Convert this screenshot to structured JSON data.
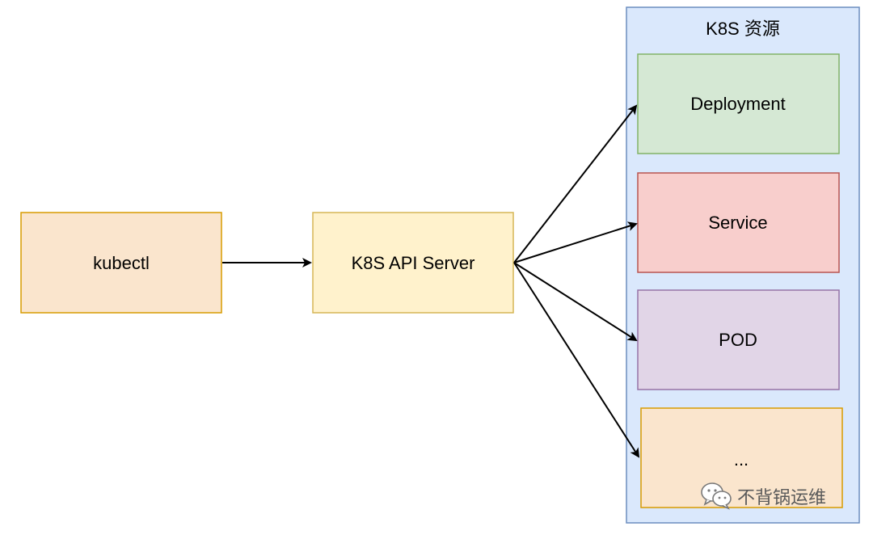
{
  "nodes": {
    "kubectl": {
      "label": "kubectl",
      "fill": "#fae5cd",
      "stroke": "#d79b00"
    },
    "api_server": {
      "label": "K8S API Server",
      "fill": "#fff2cc",
      "stroke": "#d6b656"
    },
    "resources_group": {
      "label": "K8S 资源",
      "fill": "#dae8fc",
      "stroke": "#6c8ebf"
    },
    "deployment": {
      "label": "Deployment",
      "fill": "#d5e8d4",
      "stroke": "#82b366"
    },
    "service": {
      "label": "Service",
      "fill": "#f8cecc",
      "stroke": "#b85450"
    },
    "pod": {
      "label": "POD",
      "fill": "#e1d5e7",
      "stroke": "#9673a6"
    },
    "more": {
      "label": "...",
      "fill": "#fae5cd",
      "stroke": "#d79b00"
    }
  },
  "edges": [
    {
      "from": "kubectl",
      "to": "api_server"
    },
    {
      "from": "api_server",
      "to": "deployment"
    },
    {
      "from": "api_server",
      "to": "service"
    },
    {
      "from": "api_server",
      "to": "pod"
    },
    {
      "from": "api_server",
      "to": "more"
    }
  ],
  "watermark": {
    "text": "不背锅运维",
    "icon": "wechat-icon"
  }
}
